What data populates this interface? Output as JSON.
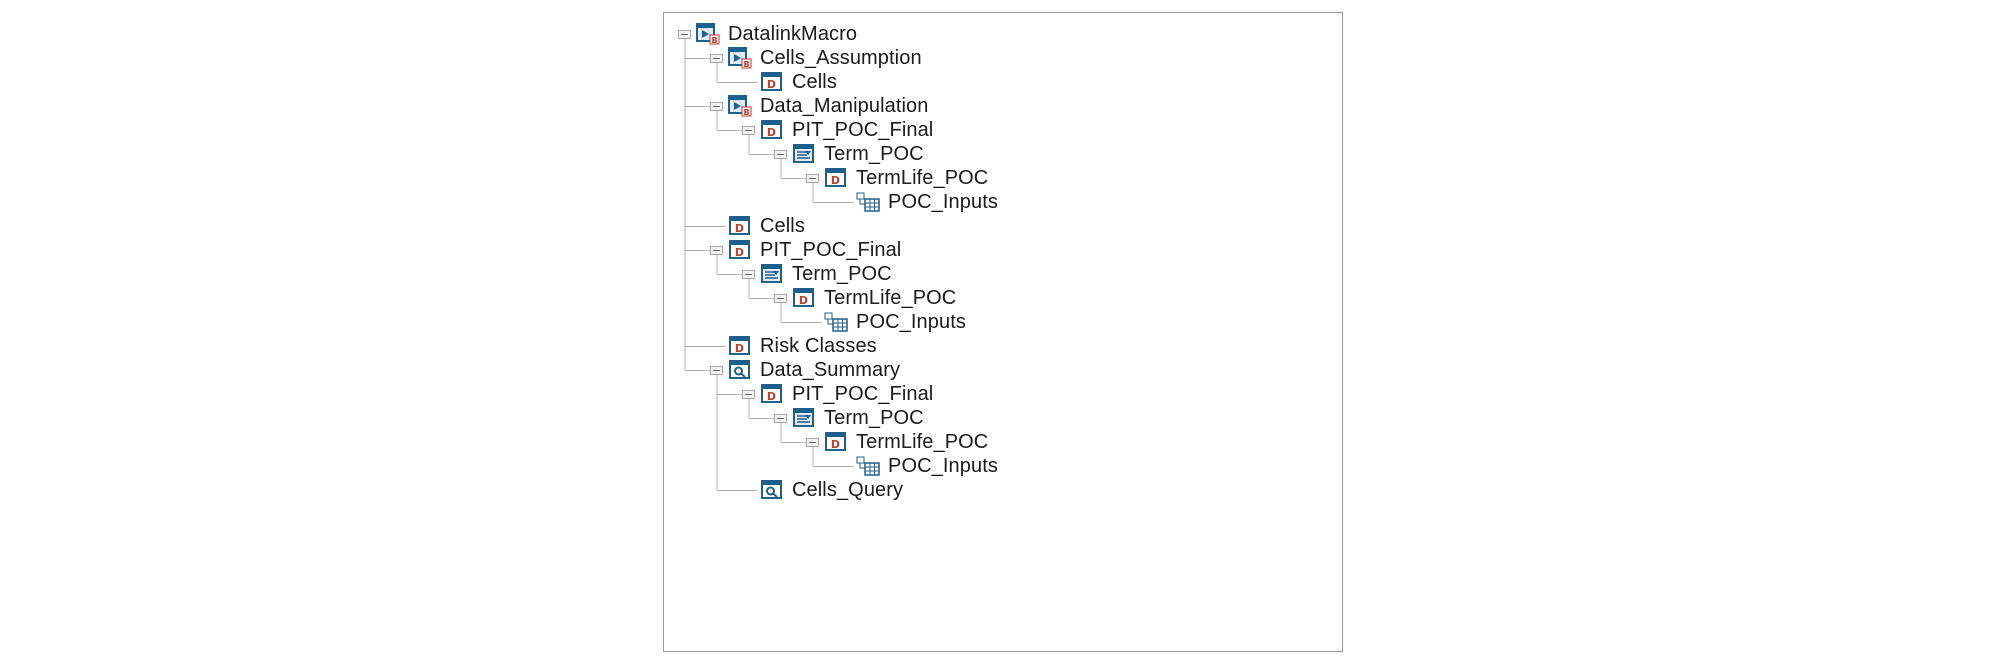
{
  "tree": [
    {
      "label": "DatalinkMacro",
      "icon": "macro-icon",
      "depth": 0,
      "expandable": true
    },
    {
      "label": "Cells_Assumption",
      "icon": "macro-icon",
      "depth": 1,
      "expandable": true
    },
    {
      "label": "Cells",
      "icon": "dataset-icon",
      "depth": 2,
      "expandable": false
    },
    {
      "label": "Data_Manipulation",
      "icon": "macro-icon",
      "depth": 1,
      "expandable": true
    },
    {
      "label": "PIT_POC_Final",
      "icon": "dataset-icon",
      "depth": 2,
      "expandable": true
    },
    {
      "label": "Term_POC",
      "icon": "filter-icon",
      "depth": 3,
      "expandable": true
    },
    {
      "label": "TermLife_POC",
      "icon": "dataset-icon",
      "depth": 4,
      "expandable": true
    },
    {
      "label": "POC_Inputs",
      "icon": "table-link-icon",
      "depth": 5,
      "expandable": false
    },
    {
      "label": "Cells",
      "icon": "dataset-icon",
      "depth": 1,
      "expandable": false
    },
    {
      "label": "PIT_POC_Final",
      "icon": "dataset-icon",
      "depth": 1,
      "expandable": true
    },
    {
      "label": "Term_POC",
      "icon": "filter-icon",
      "depth": 2,
      "expandable": true
    },
    {
      "label": "TermLife_POC",
      "icon": "dataset-icon",
      "depth": 3,
      "expandable": true
    },
    {
      "label": "POC_Inputs",
      "icon": "table-link-icon",
      "depth": 4,
      "expandable": false
    },
    {
      "label": "Risk Classes",
      "icon": "dataset-icon",
      "depth": 1,
      "expandable": false
    },
    {
      "label": "Data_Summary",
      "icon": "query-icon",
      "depth": 1,
      "expandable": true
    },
    {
      "label": "PIT_POC_Final",
      "icon": "dataset-icon",
      "depth": 2,
      "expandable": true
    },
    {
      "label": "Term_POC",
      "icon": "filter-icon",
      "depth": 3,
      "expandable": true
    },
    {
      "label": "TermLife_POC",
      "icon": "dataset-icon",
      "depth": 4,
      "expandable": true
    },
    {
      "label": "POC_Inputs",
      "icon": "table-link-icon",
      "depth": 5,
      "expandable": false
    },
    {
      "label": "Cells_Query",
      "icon": "query-icon",
      "depth": 2,
      "expandable": false
    }
  ],
  "colors": {
    "icon_blue": "#1f5f8b",
    "icon_light": "#dfeaf4",
    "icon_red": "#c0392b",
    "connector": "#b0b0b0"
  }
}
